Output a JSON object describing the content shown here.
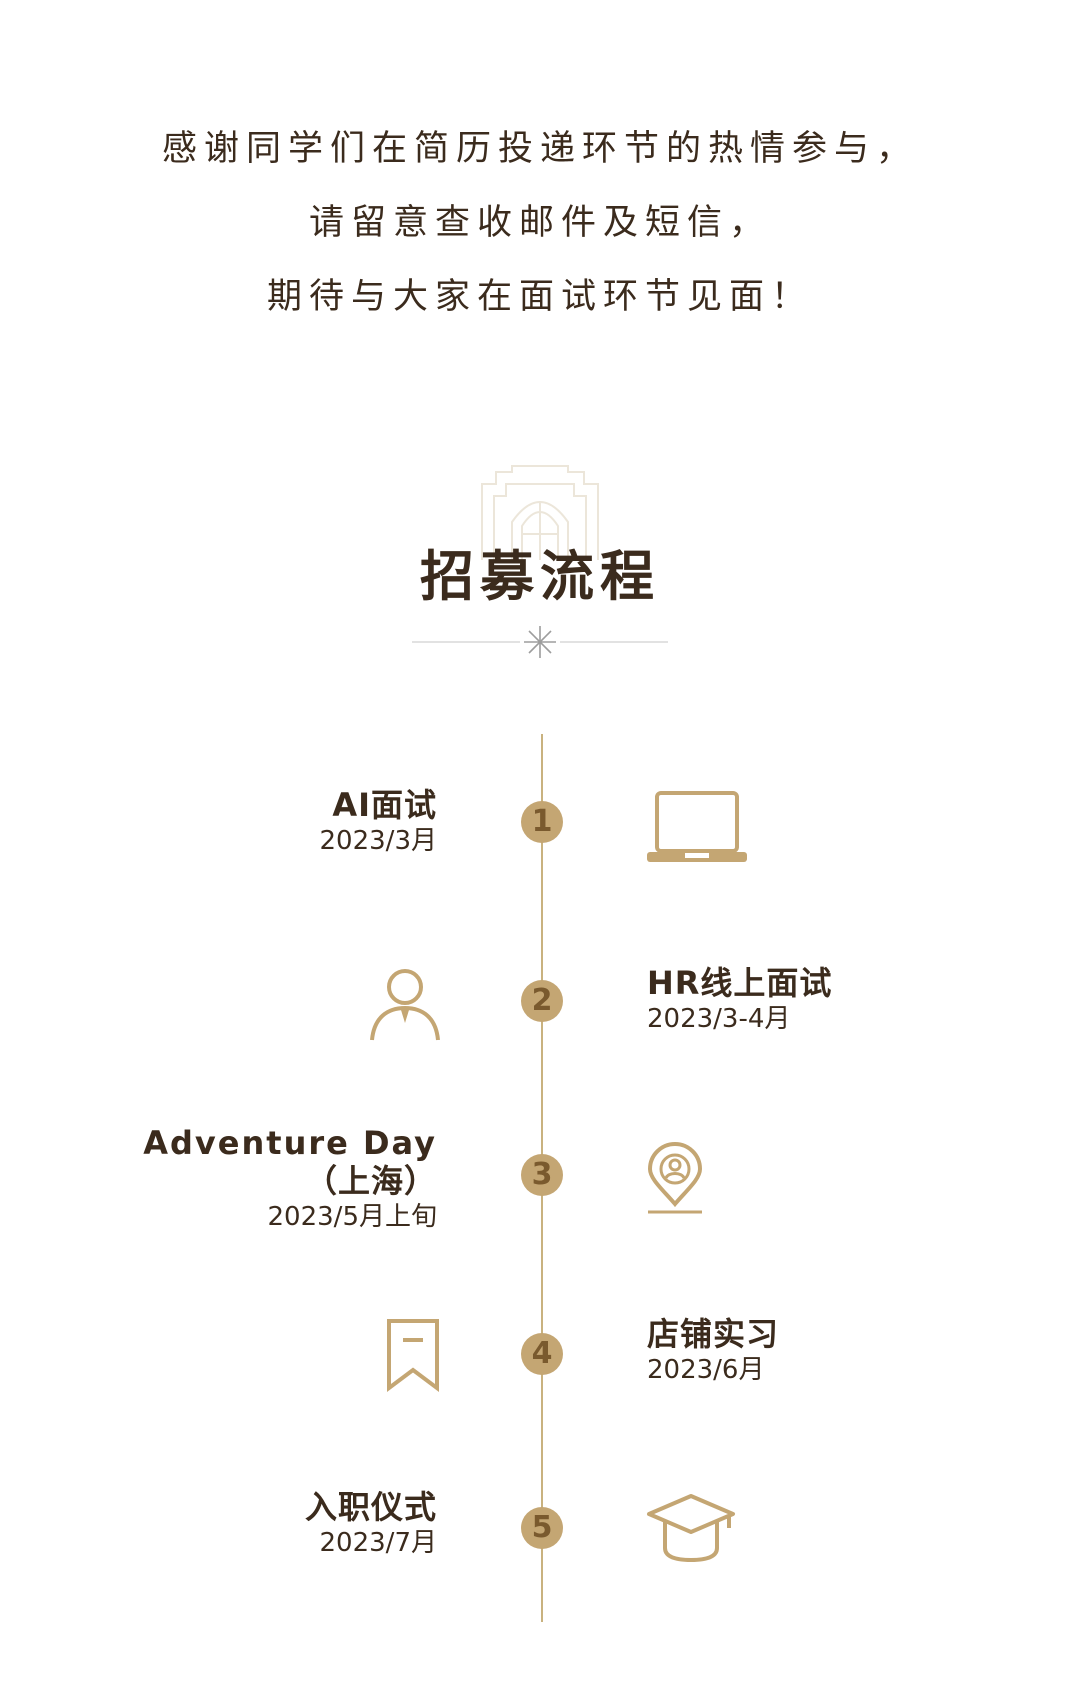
{
  "intro": {
    "line1": "感谢同学们在简历投递环节的热情参与，",
    "line2": "请留意查收邮件及短信，",
    "line3": "期待与大家在面试环节见面！"
  },
  "section": {
    "title": "招募流程"
  },
  "steps": [
    {
      "number": "1",
      "title": "AI面试",
      "date": "2023/3月",
      "icon": "laptop-icon"
    },
    {
      "number": "2",
      "title": "HR线上面试",
      "date": "2023/3-4月",
      "icon": "person-icon"
    },
    {
      "number": "3",
      "title_line1": "Adventure Day",
      "title_line2": "（上海）",
      "date": "2023/5月上旬",
      "icon": "location-pin-icon"
    },
    {
      "number": "4",
      "title": "店铺实习",
      "date": "2023/6月",
      "icon": "bookmark-icon"
    },
    {
      "number": "5",
      "title": "入职仪式",
      "date": "2023/7月",
      "icon": "graduation-cap-icon"
    }
  ],
  "colors": {
    "gold": "#c4a673",
    "text": "#3b2b1d",
    "line": "#c9b27f"
  }
}
